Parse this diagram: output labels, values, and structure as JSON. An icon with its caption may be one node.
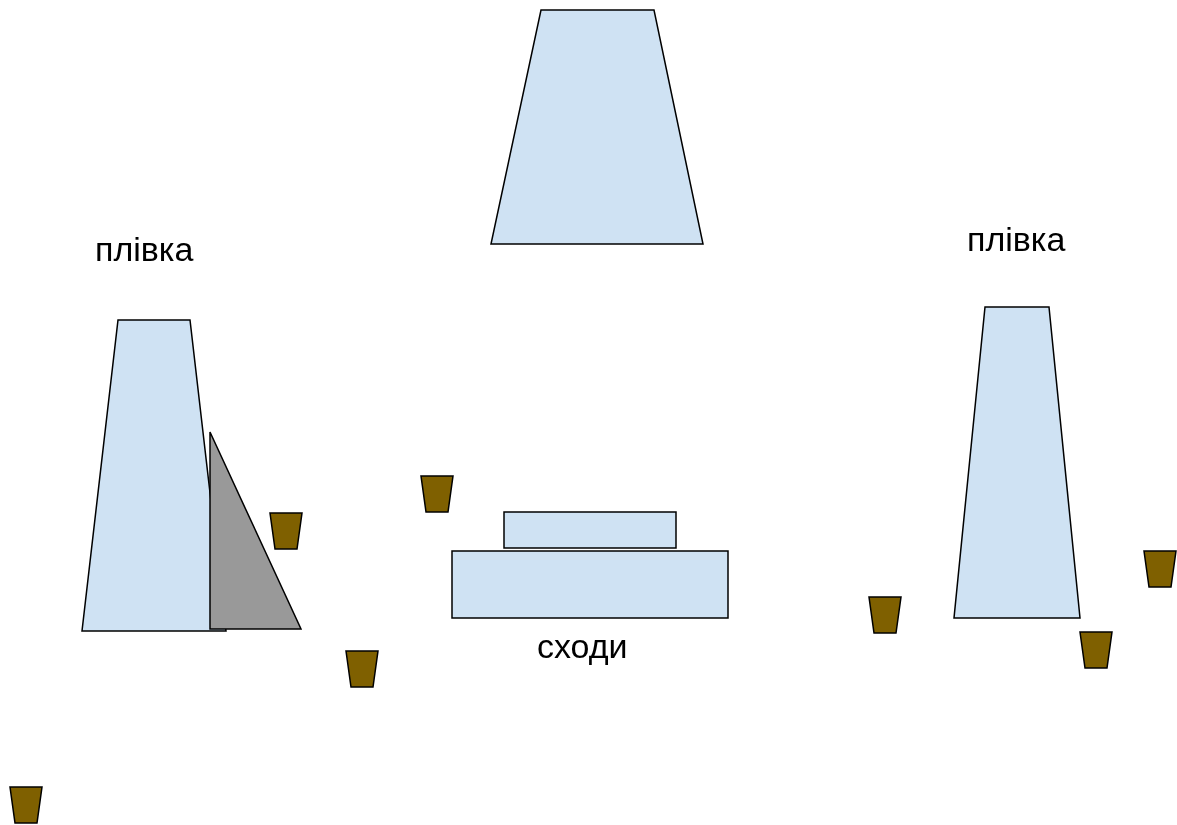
{
  "diagram": {
    "labels": [
      "плівка",
      "плівка",
      "сходи"
    ]
  }
}
